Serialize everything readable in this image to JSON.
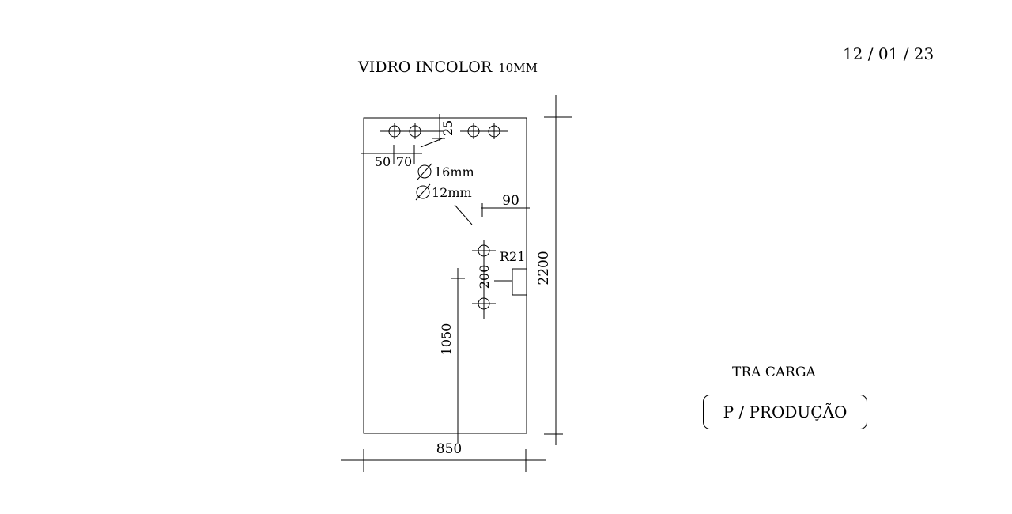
{
  "header": {
    "date": "12 / 01 / 23",
    "glass_type": "VIDRO INCOLOR",
    "thickness": "10MM"
  },
  "drawing": {
    "dimensions": {
      "width": "850",
      "height": "2200",
      "hole_edge_offset": "50",
      "hole_spacing": "70",
      "hole_top_offset": "25",
      "right_hole_offset": "90",
      "hinge_hole_spacing": "200",
      "hinge_height": "1050",
      "notch_radius": "R21"
    },
    "holes": {
      "large_diameter": "16mm",
      "small_diameter": "12mm"
    }
  },
  "footer": {
    "load_label": "TRA CARGA",
    "stamp": "P / PRODUÇÃO"
  }
}
